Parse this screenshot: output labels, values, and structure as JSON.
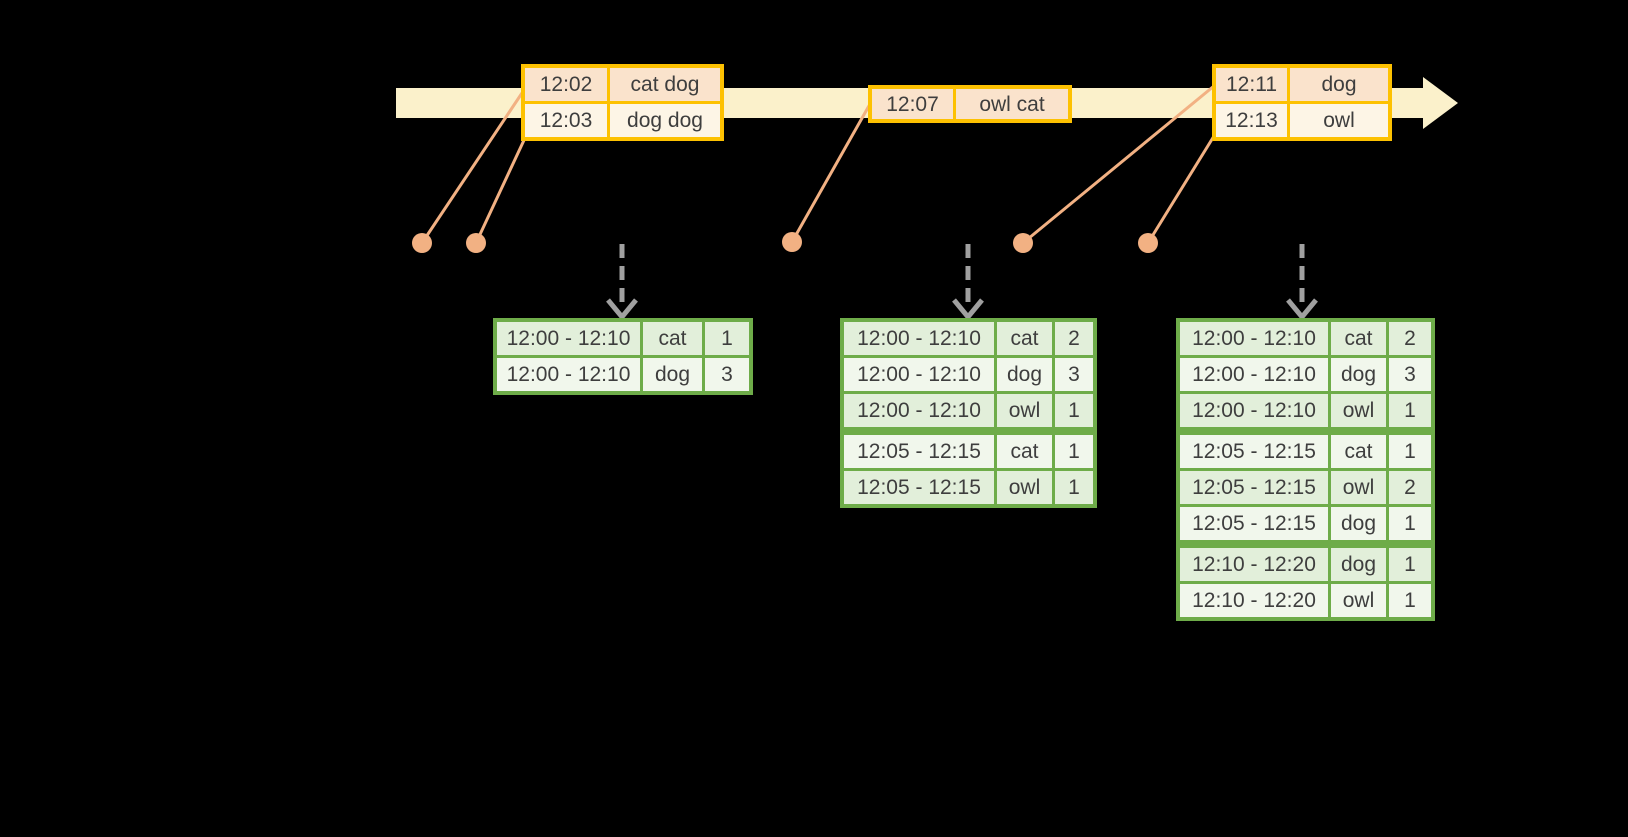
{
  "colors": {
    "background": "#000000",
    "timeline_band": "#FBF1CB",
    "event_border": "#FDC101",
    "event_fill_dark": "#FAE3CC",
    "event_fill_light": "#FDF5E6",
    "connector": "#F2B183",
    "dashed_arrow": "#A0A0A0",
    "result_border": "#6EAC49",
    "result_fill_dark": "#E2EFDA",
    "result_fill_light": "#F1F7EC",
    "text": "#3E3E3E"
  },
  "event_tables": [
    {
      "rows": [
        {
          "time": "12:02",
          "words": "cat dog"
        },
        {
          "time": "12:03",
          "words": "dog dog"
        }
      ]
    },
    {
      "rows": [
        {
          "time": "12:07",
          "words": "owl cat"
        }
      ]
    },
    {
      "rows": [
        {
          "time": "12:11",
          "words": "dog"
        },
        {
          "time": "12:13",
          "words": "owl"
        }
      ]
    }
  ],
  "result_tables": [
    {
      "rows": [
        {
          "window": "12:00 - 12:10",
          "word": "cat",
          "count": "1"
        },
        {
          "window": "12:00 - 12:10",
          "word": "dog",
          "count": "3"
        }
      ]
    },
    {
      "rows": [
        {
          "window": "12:00 - 12:10",
          "word": "cat",
          "count": "2"
        },
        {
          "window": "12:00 - 12:10",
          "word": "dog",
          "count": "3"
        },
        {
          "window": "12:00 - 12:10",
          "word": "owl",
          "count": "1"
        },
        {
          "window": "12:05 - 12:15",
          "word": "cat",
          "count": "1"
        },
        {
          "window": "12:05 - 12:15",
          "word": "owl",
          "count": "1"
        }
      ]
    },
    {
      "rows": [
        {
          "window": "12:00 - 12:10",
          "word": "cat",
          "count": "2"
        },
        {
          "window": "12:00 - 12:10",
          "word": "dog",
          "count": "3"
        },
        {
          "window": "12:00 - 12:10",
          "word": "owl",
          "count": "1"
        },
        {
          "window": "12:05 - 12:15",
          "word": "cat",
          "count": "1"
        },
        {
          "window": "12:05 - 12:15",
          "word": "owl",
          "count": "2"
        },
        {
          "window": "12:05 - 12:15",
          "word": "dog",
          "count": "1"
        },
        {
          "window": "12:10 - 12:20",
          "word": "dog",
          "count": "1"
        },
        {
          "window": "12:10 - 12:20",
          "word": "owl",
          "count": "1"
        }
      ]
    }
  ]
}
